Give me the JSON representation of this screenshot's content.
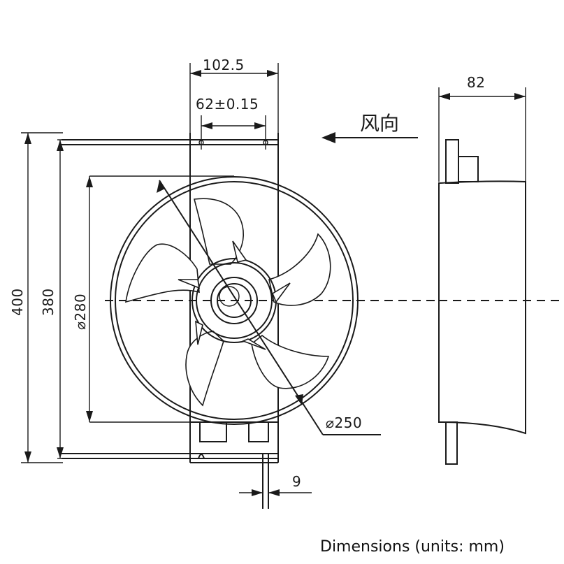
{
  "front_view": {
    "dim_width_top": "102.5",
    "dim_hole_spacing": "62±0.15",
    "dim_height_total": "400",
    "dim_height_frame": "380",
    "dim_ring_diameter": "⌀280",
    "dim_impeller_diameter": "⌀250",
    "dim_foot_offset": "9"
  },
  "side_view": {
    "dim_depth": "82",
    "airflow_label": "风向"
  },
  "caption": "Dimensions (units: mm)"
}
